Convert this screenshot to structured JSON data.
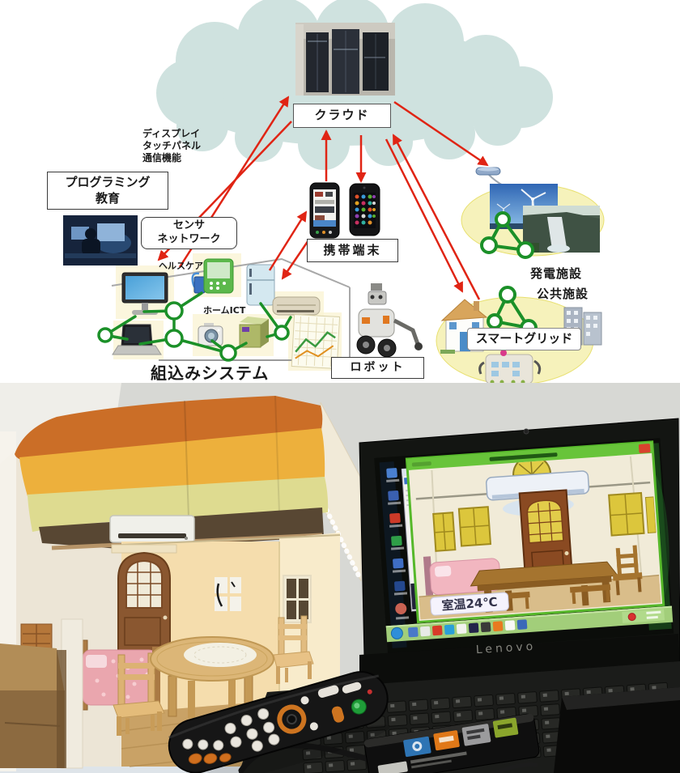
{
  "colors": {
    "arrow_red": "#e02414",
    "network_green": "#1b9028",
    "cloud_fill": "#cfe2df",
    "zone_yellow": "#f6f2bb",
    "roof_orange": "#cb6e27",
    "roof_yellow": "#edb03c",
    "roof_pale": "#dedb90",
    "taskbar_green": "#a2ce7a",
    "window_green": "#68c43a"
  },
  "diagram": {
    "cloud_label": "クラウド",
    "feature_note": [
      "ディスプレイ",
      "タッチパネル",
      "通信機能"
    ],
    "programming_box": [
      "プログラミング",
      "教育"
    ],
    "sensor_box": [
      "センサ",
      "ネットワーク"
    ],
    "healthcare_label": "ヘルスケア",
    "home_ict_label": "ホームICT",
    "mobile_box_label": "携帯端末",
    "power_facility_label": "発電施設",
    "public_facility_label": "公共施設",
    "smart_grid_label": "スマートグリッド",
    "robot_label": "ロボット",
    "embedded_system_label": "組込みシステム"
  },
  "photo": {
    "laptop_brand": "Lenovo",
    "room_temp_label": "室温24℃"
  }
}
